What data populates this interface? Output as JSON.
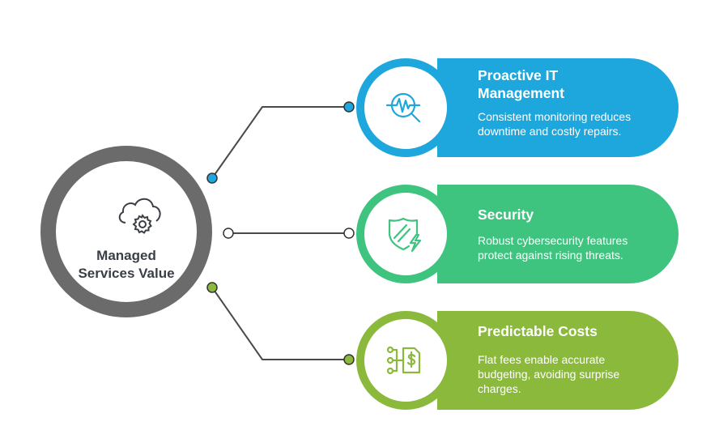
{
  "hub": {
    "title_line1": "Managed",
    "title_line2": "Services Value",
    "icon": "cloud-gear-icon"
  },
  "cards": [
    {
      "title_line1": "Proactive IT",
      "title_line2": "Management",
      "text": "Consistent monitoring reduces downtime and costly repairs.",
      "icon": "monitor-search-icon",
      "color": "#1ea7dc"
    },
    {
      "title_line1": "Security",
      "title_line2": "",
      "text": "Robust cybersecurity features protect against rising threats.",
      "icon": "shield-bolt-icon",
      "color": "#3ec47f"
    },
    {
      "title_line1": "Predictable Costs",
      "title_line2": "",
      "text": "Flat fees enable accurate budgeting, avoiding surprise charges.",
      "icon": "budget-flow-icon",
      "color": "#8ab93c"
    }
  ],
  "colors": {
    "hub_ring": "#6b6b6b",
    "connector": "#4a4a4a",
    "blue": "#1ea7dc",
    "green": "#3ec47f",
    "lime": "#8ab93c"
  }
}
